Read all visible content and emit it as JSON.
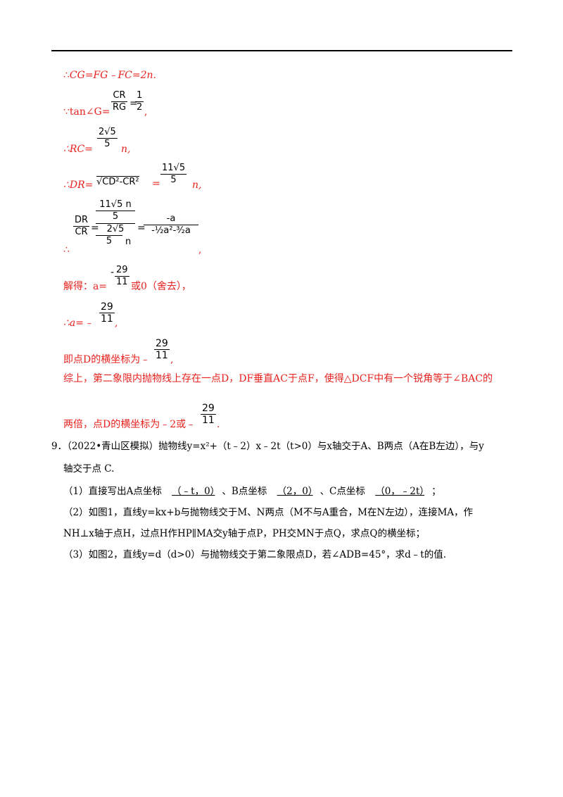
{
  "l1": {
    "therefore": "∴",
    "eq": "CG=FG﹣FC=2n."
  },
  "l2": {
    "because": "∵tan∠G=",
    "num": "CR",
    "den": "RG",
    "eq": "=",
    "v_num": "1",
    "v_den": "2",
    "tail": ","
  },
  "l3": {
    "pre": "∴RC=",
    "num": "2√5",
    "den": "5",
    "tail": "n,"
  },
  "l4": {
    "pre": "∴DR=",
    "sqrt": "√CD²-CR²",
    "eq": "=",
    "num": "11√5",
    "den": "5",
    "tail": "n,"
  },
  "l5": {
    "therefore": "∴",
    "lhs_num": "DR",
    "lhs_den": "CR",
    "eq1": "=",
    "mid_num": "11√5 n",
    "mid_num_den": "5",
    "mid_den_num": "2√5",
    "mid_den_den": "5",
    "mid_den_n": "n",
    "eq2": "=",
    "rhs_num": "-a",
    "rhs_den": "-½a²-³⁄₂a",
    "tail": ","
  },
  "l6": {
    "pre": "解得：a=",
    "minus": "-",
    "num": "29",
    "den": "11",
    "tail": "或0（舍去），"
  },
  "l7": {
    "pre": "∴a=﹣",
    "num": "29",
    "den": "11",
    "tail": ","
  },
  "l8": {
    "pre": "即点D的横坐标为﹣",
    "num": "29",
    "den": "11",
    "tail": ","
  },
  "l9": {
    "text": "综上，第二象限内抛物线上存在一点D，DF垂直AC于点F，使得△DCF中有一个锐角等于∠BAC的"
  },
  "l10": {
    "pre": "两倍，点D的横坐标为﹣2或﹣",
    "num": "29",
    "den": "11",
    "tail": "."
  },
  "q9": {
    "line1": "9．（2022•青山区模拟）抛物线y=x²+（t﹣2）x﹣2t（t>0）与x轴交于A、B两点（A在B左边），与y",
    "line2": "轴交于点 C.",
    "p1_a": "（1）直接写出A点坐标",
    "p1_ans_a": "（﹣t，0）",
    "p1_b": "、B点坐标",
    "p1_ans_b": "（2，0）",
    "p1_c": "、C点坐标",
    "p1_ans_c": "（0，﹣2t）",
    "p1_end": "；",
    "p2_line1": "（2）如图1，直线y=kx+b与抛物线交于M、N两点（M不与A重合，M在N左边），连接MA，作",
    "p2_line2": "NH⊥x轴于点H，过点H作HP∥MA交y轴于点P，PH交MN于点Q，求点Q的横坐标；",
    "p3": "（3）如图2，直线y=d（d>0）与抛物线交于第二象限点D，若∠ADB=45°，求d﹣t的值."
  }
}
